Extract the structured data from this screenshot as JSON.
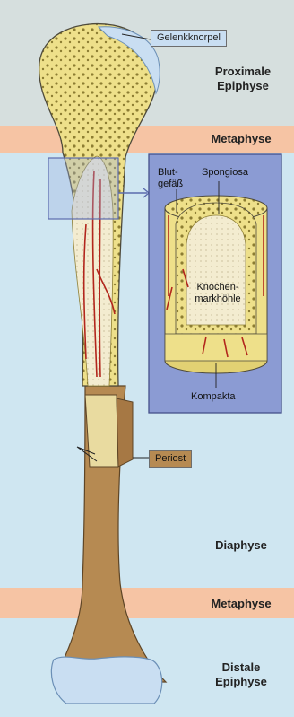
{
  "labels": {
    "gelenkknorpel": "Gelenkknorpel",
    "proximale_epiphyse_1": "Proximale",
    "proximale_epiphyse_2": "Epiphyse",
    "metaphyse_top": "Metaphyse",
    "blutgefaess_1": "Blut-",
    "blutgefaess_2": "gefäß",
    "spongiosa": "Spongiosa",
    "knochenmarkhoehle_1": "Knochen-",
    "knochenmarkhoehle_2": "markhöhle",
    "kompakta": "Kompakta",
    "periost": "Periost",
    "diaphyse": "Diaphyse",
    "metaphyse_bottom": "Metaphyse",
    "distale_epiphyse_1": "Distale",
    "distale_epiphyse_2": "Epiphyse"
  },
  "colors": {
    "background": "#cfe6f1",
    "band": "#f6c4a4",
    "spongy_bone": "#eee08a",
    "cartilage": "#c9def2",
    "marrow_cavity": "#f3ecd0",
    "periosteum": "#b68a52",
    "vessel": "#b2261c",
    "inset_frame": "#8b9bd3"
  }
}
